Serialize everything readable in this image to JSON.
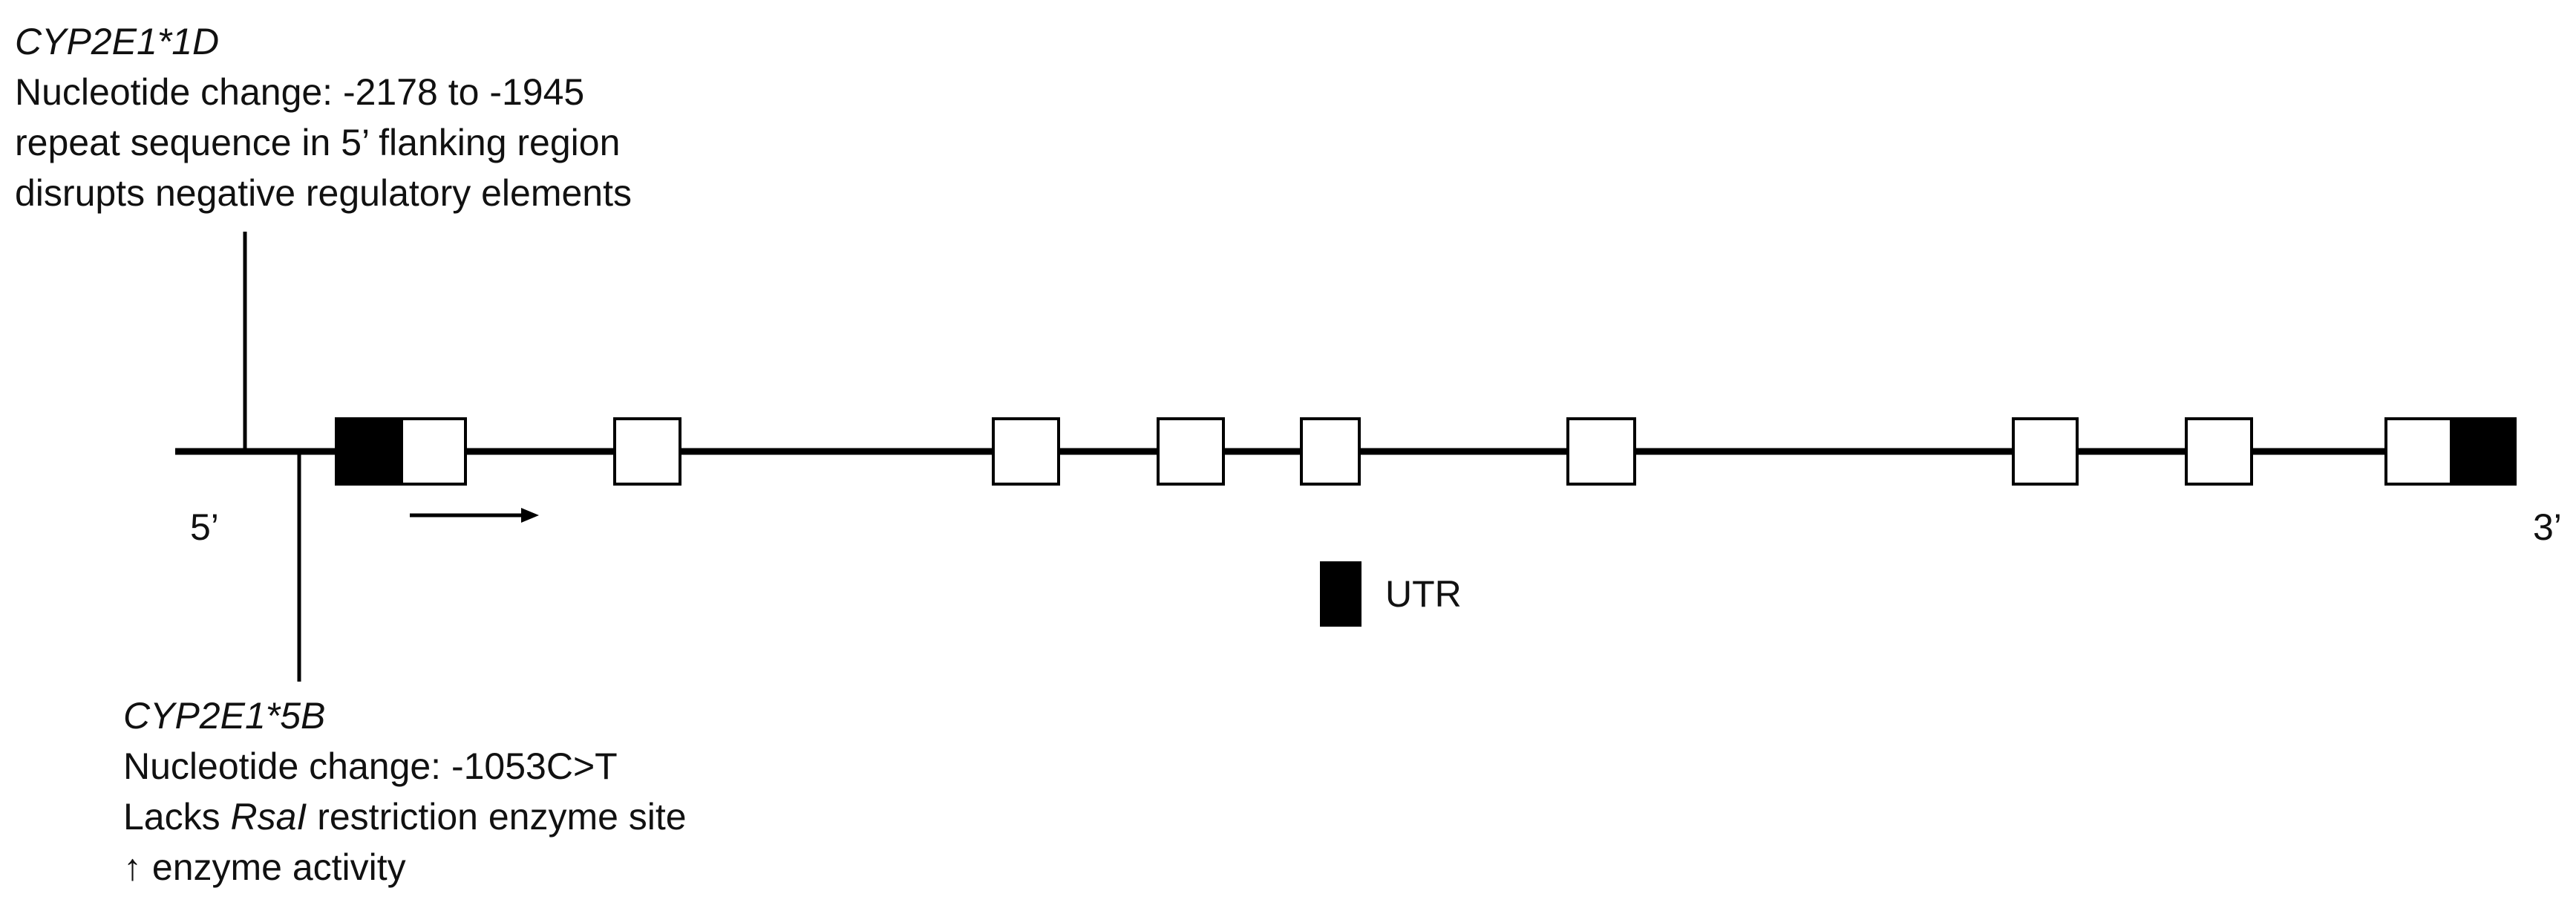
{
  "annotation_1d": {
    "allele": "CYP2E1*1D",
    "line1": "Nucleotide change: -2178 to -1945",
    "line2": "repeat sequence in 5’ flanking region",
    "line3": "disrupts negative regulatory elements"
  },
  "annotation_5b": {
    "allele": "CYP2E1*5B",
    "line1": "Nucleotide change: -1053C>T",
    "line2_prefix": "Lacks ",
    "line2_enzyme": "RsaI",
    "line2_suffix": " restriction enzyme site",
    "line3": "↑ enzyme activity"
  },
  "gene_ends": {
    "five_prime": "5’",
    "three_prime": "3’"
  },
  "legend": {
    "utr_label": "UTR",
    "utr_color": "#000000"
  },
  "gene": {
    "exon_count": 9,
    "utr_color": "#000000",
    "exon_fill": "#ffffff"
  }
}
